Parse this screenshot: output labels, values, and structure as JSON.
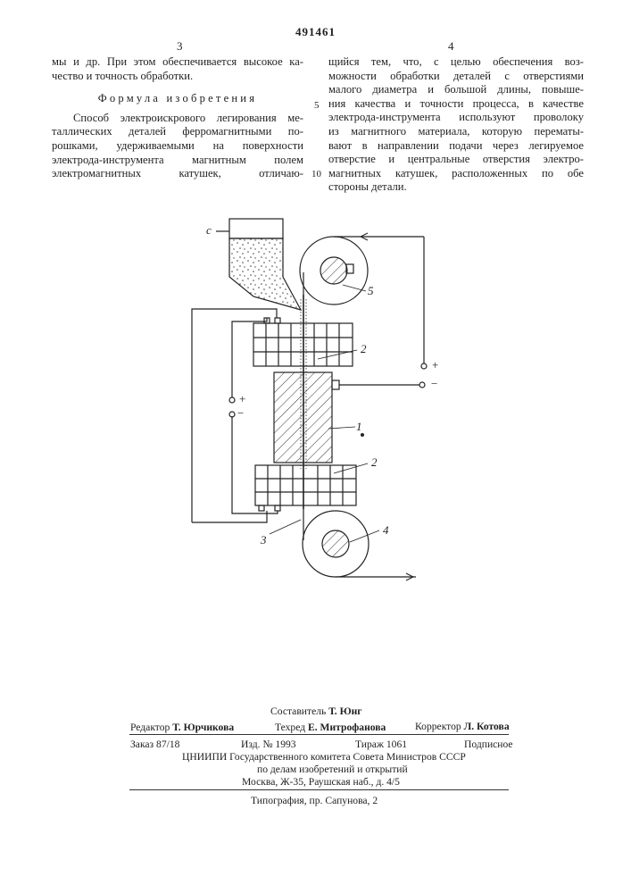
{
  "header": {
    "patent_number": "491461",
    "col_left_number": "3",
    "col_right_number": "4"
  },
  "left_column": {
    "line1": "мы и др. При этом обеспечивается высокое ка-",
    "line2": "чество и точность обработки.",
    "formula_heading": "Формула изобретения",
    "claim_lines": [
      "Способ электроискрового легирования ме-",
      "таллических деталей ферромагнитными по-",
      "рошками, удерживаемыми на поверхности",
      "электрода-инструмента магнитным полем",
      "электромагнитных катушек, отличаю-"
    ]
  },
  "right_column": {
    "lines": [
      "щийся тем, что, с целью обеспечения воз-",
      "можности обработки деталей с отверстиями",
      "малого диаметра и большой длины, повыше-",
      "ния качества и точности процесса, в качестве",
      "электрода-инструмента используют проволоку",
      "из магнитного материала, которую перематы-",
      "вают в направлении подачи через легируемое",
      "отверстие и центральные отверстия электро-",
      "магнитных катушек, расположенных по обе",
      "стороны детали."
    ]
  },
  "line_numbers": {
    "five": "5",
    "ten": "10"
  },
  "figure": {
    "labels": {
      "c": "с",
      "l1": "1",
      "l2": "2",
      "l2b": "2",
      "l3": "3",
      "l4": "4",
      "l5": "5",
      "plus_right": "+",
      "minus_right": "−",
      "plus_left": "+",
      "minus_left": "−"
    }
  },
  "imprint": {
    "compiler_label": "Составитель",
    "compiler_name": "Т. Юнг",
    "editor_label": "Редактор",
    "editor_name": "Т. Юрчикова",
    "techred_label": "Техред",
    "techred_name": "Е. Митрофанова",
    "corrector_label": "Корректор",
    "corrector_name": "Л. Котова",
    "order": "Заказ 87/18",
    "edition": "Изд. № 1993",
    "circulation": "Тираж 1061",
    "subscription": "Подписное",
    "org_line1": "ЦНИИПИ Государственного комитета Совета Министров СССР",
    "org_line2": "по делам изобретений и открытий",
    "org_line3": "Москва, Ж-35, Раушская наб., д. 4/5",
    "printer": "Типография, пр. Сапунова, 2"
  }
}
